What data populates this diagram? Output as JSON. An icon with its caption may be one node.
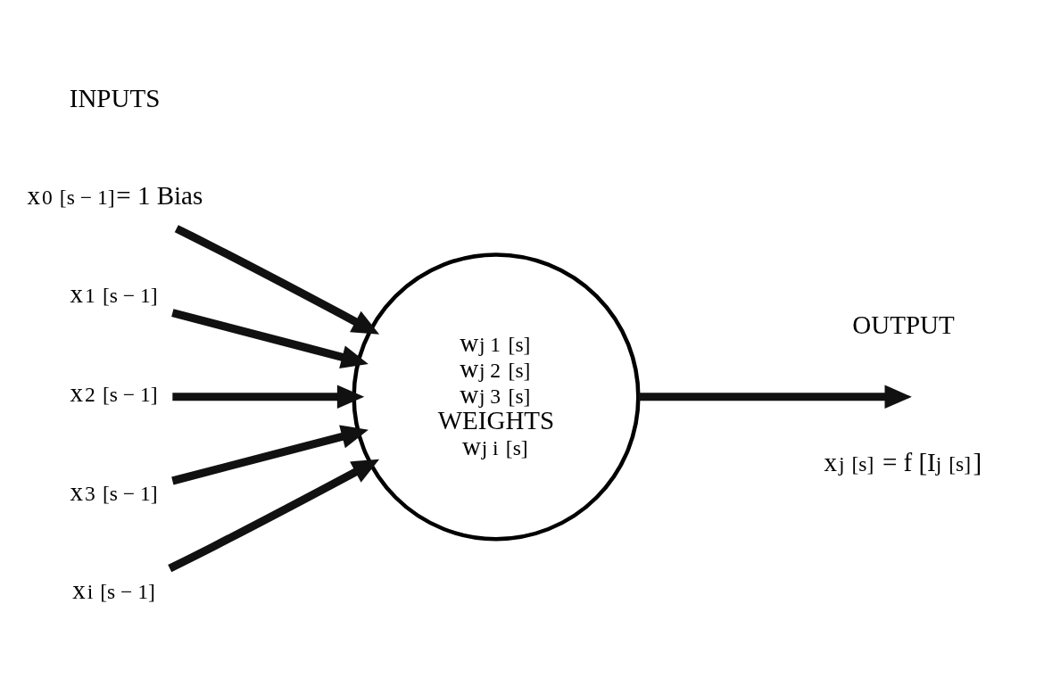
{
  "diagram": {
    "nodes": [
      {
        "text": [
          "x$_{1}$ $^{[s − 1]}$"
        ]
      },
      {
        "text": [
          "x$_{2}$ $^{[s − 1]}$"
        ]
      },
      {
        "text": [
          "x$_{3}$ $^{[s − 1]}$"
        ]
      },
      {
        "text": [
          "x$_{i}$ $^{[s − 1]}$"
        ]
      },
      {
        "text": [
          "x$_{0}$ $^{[s − 1]}$= 1 Bias"
        ]
      },
      {
        "text": [
          "w$_{j 1}$ $^{[s]}$",
          "w$_{j 2}$ $^{[s]}$",
          "w$_{j 3}$ $^{[s]}$",
          "WEIGHTS",
          "w$_{j i}$ $^{[s]}$"
        ]
      }
    ],
    "edges": [
      {
        "from": 0,
        "to": 5,
        "arrow": "to"
      },
      {
        "from": 1,
        "to": 5,
        "arrow": "to"
      },
      {
        "from": 2,
        "to": 5,
        "arrow": "to"
      },
      {
        "from": 3,
        "to": 5,
        "arrow": "to"
      },
      {
        "from": 4,
        "to": 5,
        "arrow": "to"
      },
      {
        "from": 5,
        "to": null,
        "arrow": "to"
      }
    ],
    "labels": [
      "INPUTS",
      "OUTPUT",
      "x$_{j}$ $^{[s]}$ = f [I$_{j}$ $^{[s]}$]"
    ]
  }
}
